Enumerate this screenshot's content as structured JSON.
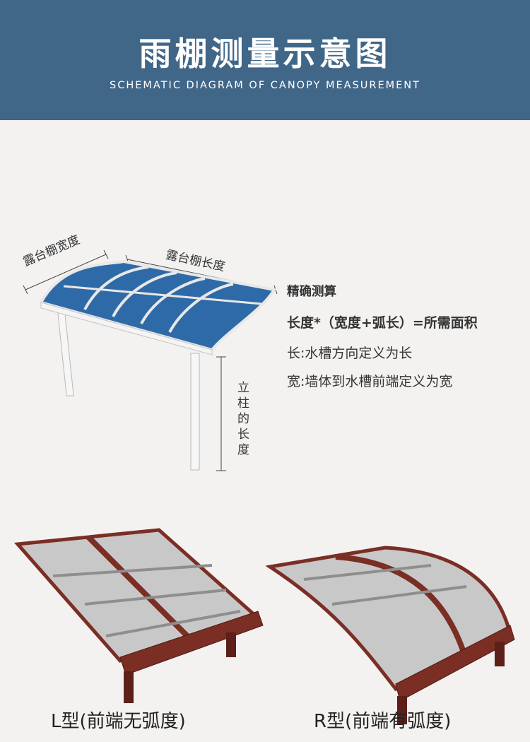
{
  "header": {
    "title": "雨棚测量示意图",
    "subtitle": "SCHEMATIC DIAGRAM OF CANOPY MEASUREMENT"
  },
  "diagram": {
    "width_label": "露台棚宽度",
    "length_label": "露台棚长度",
    "post_label": "立柱的长度"
  },
  "notes": {
    "heading": "精确测算",
    "formula": "长度*（宽度+弧长）=所需面积",
    "length_def": "长:水槽方向定义为长",
    "width_def": "宽:墙体到水槽前端定义为宽"
  },
  "products": [
    {
      "caption": "L型(前端无弧度)"
    },
    {
      "caption": "R型(前端有弧度)"
    }
  ],
  "colors": {
    "header_bg": "#406688",
    "panel_blue": "#2f6aa8",
    "frame_brown": "#7a2e24"
  }
}
